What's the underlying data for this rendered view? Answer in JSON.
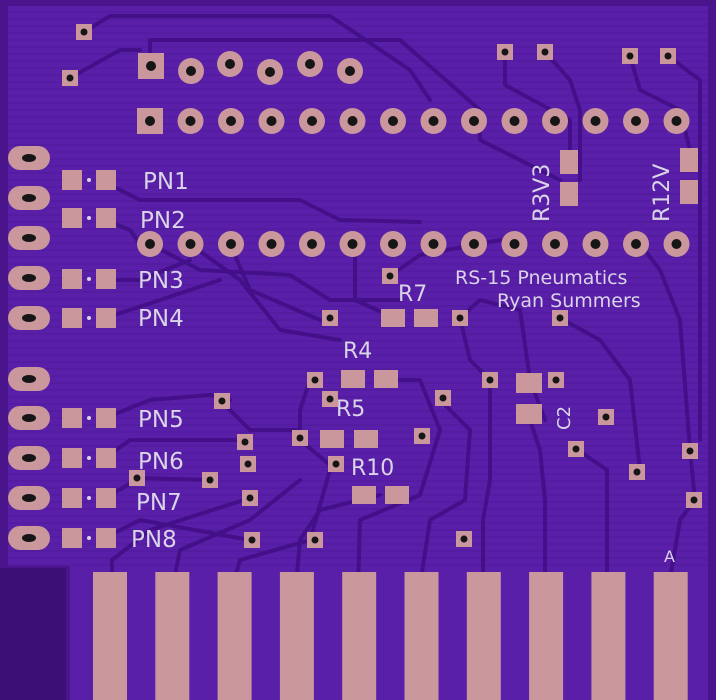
{
  "board": {
    "title": "RS-15 Pneumatics",
    "author": "Ryan Summers"
  },
  "colors": {
    "substrate": "#4a148c",
    "copper_pour": "#5a1fa8",
    "trace": "#3d1080",
    "pad": "#c9979c",
    "silkscreen": "#d9d4e8",
    "drill_hole": "#161616"
  },
  "pin_labels": [
    "PN1",
    "PN2",
    "PN3",
    "PN4",
    "PN5",
    "PN6",
    "PN7",
    "PN8"
  ],
  "resistor_labels": [
    "R7",
    "R4",
    "R5",
    "R10"
  ],
  "rotated_labels": [
    "R3V3",
    "R12V",
    "C2"
  ],
  "edge_connector_marker": "A"
}
